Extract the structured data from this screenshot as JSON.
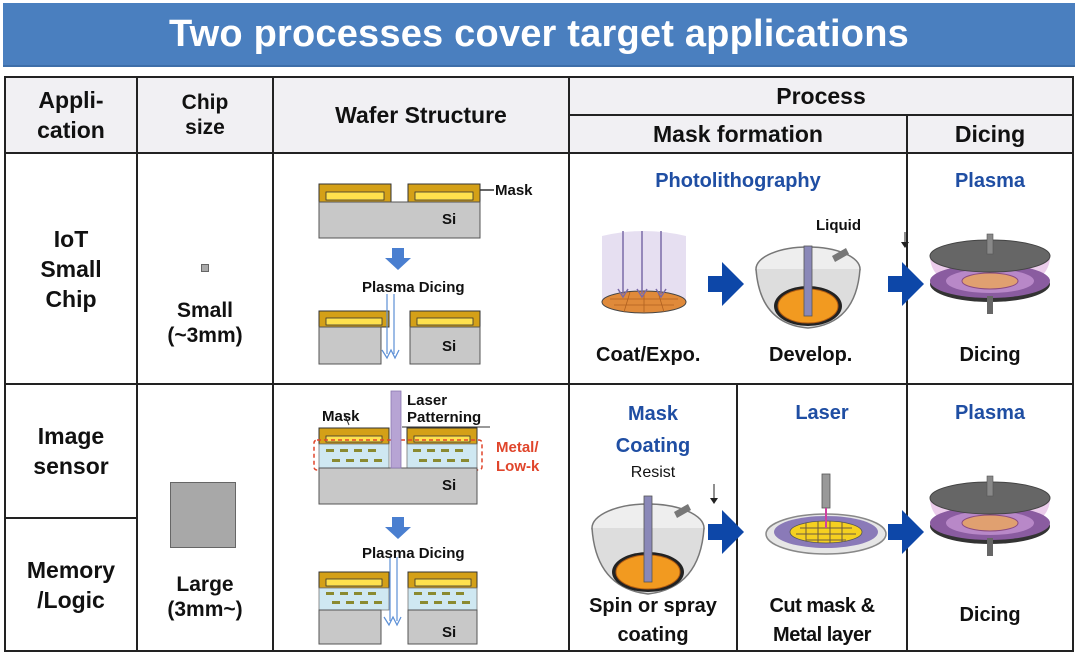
{
  "title": "Two processes cover target applications",
  "header": {
    "application": [
      "Appli-",
      "cation"
    ],
    "chip_size": [
      "Chip",
      "size"
    ],
    "wafer_structure": "Wafer Structure",
    "process": "Process",
    "mask_formation": "Mask formation",
    "dicing": "Dicing"
  },
  "rows": [
    {
      "application": [
        "IoT",
        "Small",
        "Chip"
      ],
      "chip_size": [
        "Small",
        "(~3mm)"
      ],
      "wafer": {
        "mask_label": "Mask",
        "si_label": "Si",
        "process_label": "Plasma Dicing",
        "si_label_after": "Si"
      },
      "mask_formation": {
        "title": "Photolithography",
        "steps": [
          {
            "label": "Coat/Expo."
          },
          {
            "label": "Develop.",
            "annotation": "Liquid"
          }
        ]
      },
      "dicing": {
        "title": "Plasma",
        "label": "Dicing"
      }
    },
    {
      "application": [
        [
          "Image",
          "sensor"
        ],
        [
          "Memory",
          "/Logic"
        ]
      ],
      "chip_size": [
        "Large",
        "(3mm~)"
      ],
      "wafer": {
        "mask_label": "Mask",
        "laser_label": [
          "Laser",
          "Patterning"
        ],
        "layer_label": [
          "Metal/",
          "Low-k"
        ],
        "si_label": "Si",
        "process_label": "Plasma Dicing",
        "si_label_after": "Si"
      },
      "mask_formation": {
        "steps": [
          {
            "title": [
              "Mask",
              "Coating"
            ],
            "annotation": "Resist",
            "label": [
              "Spin or spray",
              "coating"
            ]
          },
          {
            "title": [
              "Laser"
            ],
            "label": [
              "Cut mask &",
              "Metal layer"
            ]
          }
        ]
      },
      "dicing": {
        "title": "Plasma",
        "label": "Dicing"
      }
    }
  ],
  "colors": {
    "banner": "#4a7fbf",
    "title_blue": "#1f4ea3",
    "arrow_blue": "#0d47a8",
    "layer_red": "#e0452b",
    "mask_gold": "#d4a017"
  }
}
